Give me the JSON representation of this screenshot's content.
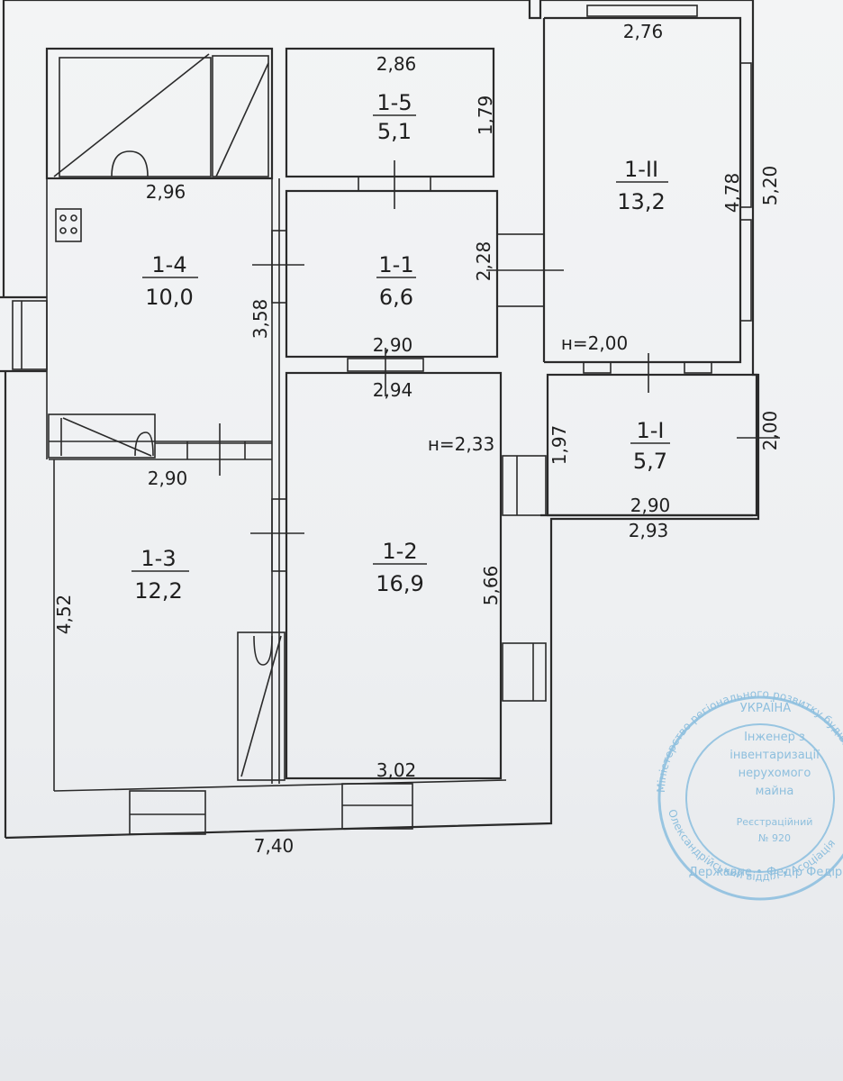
{
  "rooms": {
    "r1_1": {
      "id": "1-1",
      "area": "6,6"
    },
    "r1_2": {
      "id": "1-2",
      "area": "16,9"
    },
    "r1_3": {
      "id": "1-3",
      "area": "12,2"
    },
    "r1_4": {
      "id": "1-4",
      "area": "10,0"
    },
    "r1_5": {
      "id": "1-5",
      "area": "5,1"
    },
    "r1_II": {
      "id": "1-II",
      "area": "13,2"
    },
    "r1_I": {
      "id": "1-I",
      "area": "5,7"
    }
  },
  "dims": {
    "d_276": "2,76",
    "d_286": "2,86",
    "d_179": "1,79",
    "d_478": "4,78",
    "d_520": "5,20",
    "d_296": "2,96",
    "d_228": "2,28",
    "d_358": "3,58",
    "d_290_top": "2,90",
    "d_294": "2,94",
    "h_200": "н=2,00",
    "h_233": "н=2,33",
    "d_197": "1,97",
    "d_200": "2,00",
    "d_290_left": "2,90",
    "d_290_r": "2,90",
    "d_293": "2,93",
    "d_566": "5,66",
    "d_452": "4,52",
    "d_302": "3,02",
    "d_740": "7,40"
  },
  "stamp": {
    "ring_top": "Міністерство регіонального розвитку будівництва та житлово-комунального господарства України",
    "ring_bottom": "Олександрійський відділ • Асоціація",
    "center_1": "УКРАЇНА",
    "center_2": "Інженер з",
    "center_3": "інвентаризації",
    "center_4": "нерухомого",
    "center_5": "майна",
    "center_6": "Реєстраційний",
    "center_7": "№ 920",
    "center_8": "Державне • Федір Федір"
  }
}
